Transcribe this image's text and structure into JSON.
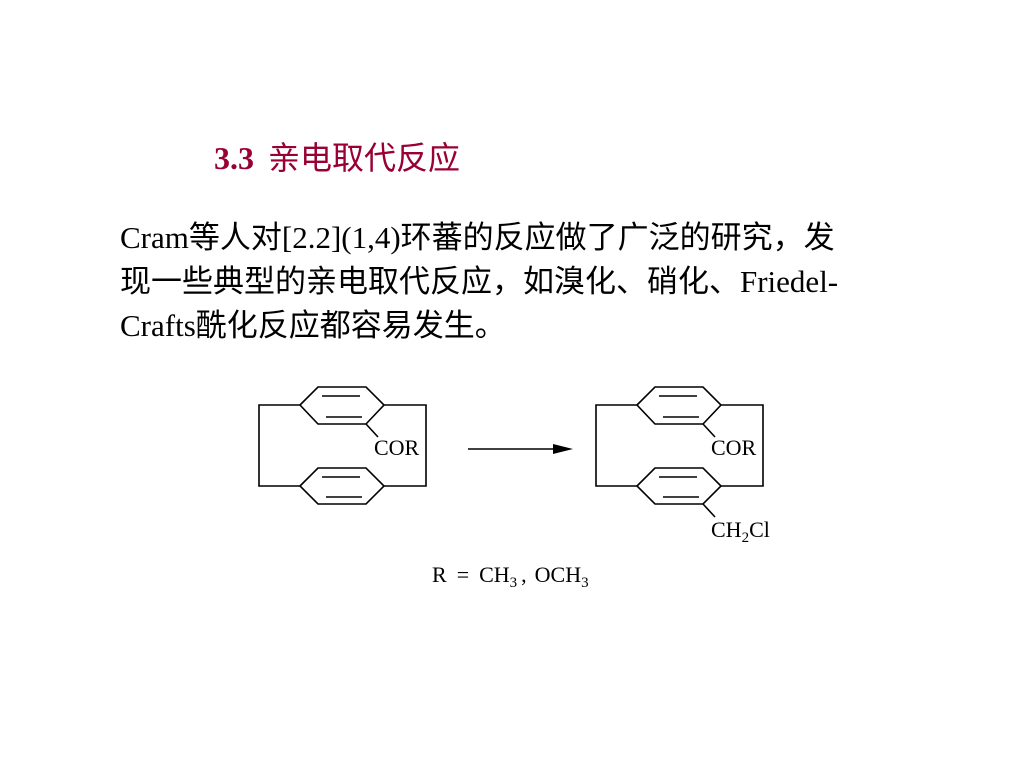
{
  "slide": {
    "section_number": "3.3",
    "section_title": "亲电取代反应",
    "paragraph_lines": [
      "Cram等人对[2.2](1,4)环蕃的反应做了广泛的研究，发",
      "现一些典型的亲电取代反应，如溴化、硝化、Friedel-",
      "Crafts酰化反应都容易发生。"
    ]
  },
  "scheme": {
    "reactant_substituent": "COR",
    "product_substituent_top": "COR",
    "product_substituent_bottom_prefix": "CH",
    "product_substituent_bottom_sub": "2",
    "product_substituent_bottom_suffix": "Cl",
    "r_definition": {
      "prefix": "R",
      "equals": "=",
      "option1": "CH",
      "option1_sub": "3",
      "separator": ",",
      "option2": "OCH",
      "option2_sub": "3"
    }
  },
  "colors": {
    "title": "#990033",
    "text": "#000000",
    "background": "#ffffff"
  }
}
